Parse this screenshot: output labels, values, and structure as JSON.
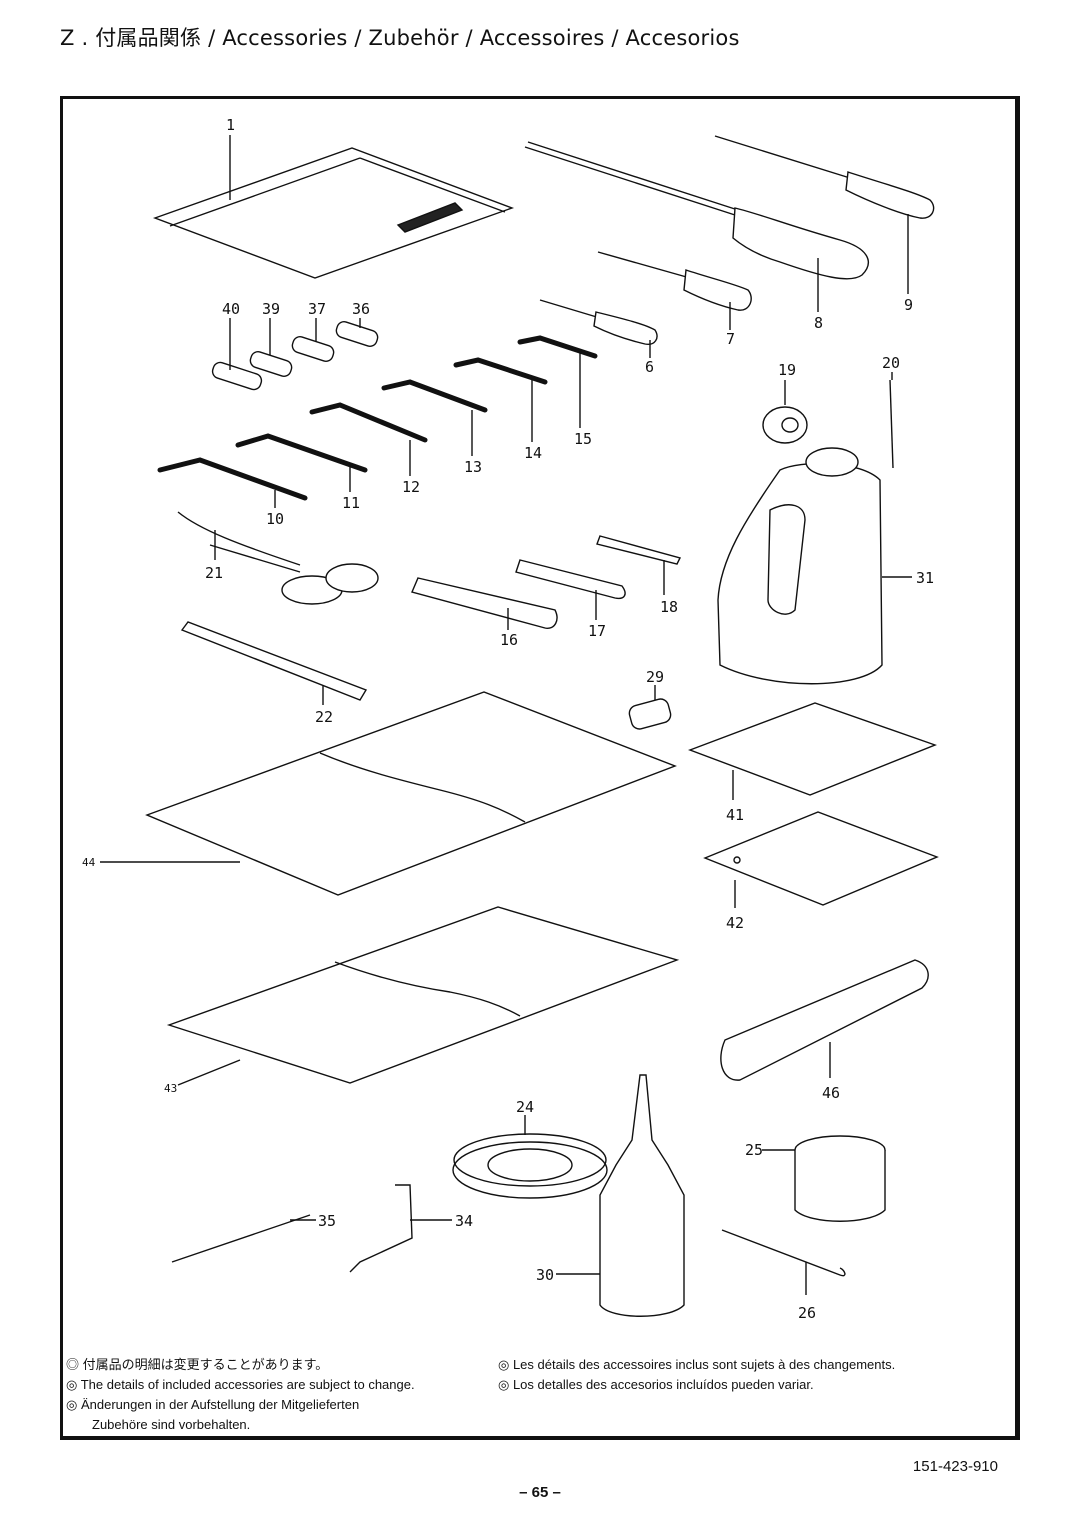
{
  "header": {
    "title": "Z . 付属品関係 / Accessories / Zubehör / Accessoires / Accesorios"
  },
  "parts": [
    {
      "id": "1"
    },
    {
      "id": "6"
    },
    {
      "id": "7"
    },
    {
      "id": "8"
    },
    {
      "id": "9"
    },
    {
      "id": "10"
    },
    {
      "id": "11"
    },
    {
      "id": "12"
    },
    {
      "id": "13"
    },
    {
      "id": "14"
    },
    {
      "id": "15"
    },
    {
      "id": "16"
    },
    {
      "id": "17"
    },
    {
      "id": "18"
    },
    {
      "id": "19"
    },
    {
      "id": "20"
    },
    {
      "id": "21"
    },
    {
      "id": "22"
    },
    {
      "id": "24"
    },
    {
      "id": "25"
    },
    {
      "id": "26"
    },
    {
      "id": "29"
    },
    {
      "id": "30"
    },
    {
      "id": "31"
    },
    {
      "id": "34"
    },
    {
      "id": "35"
    },
    {
      "id": "36"
    },
    {
      "id": "37"
    },
    {
      "id": "39"
    },
    {
      "id": "40"
    },
    {
      "id": "41"
    },
    {
      "id": "42"
    },
    {
      "id": "43"
    },
    {
      "id": "44"
    },
    {
      "id": "46"
    }
  ],
  "notes": {
    "ja": "◎ 付属品の明細は変更することがあります。",
    "en": "◎ The details of included accessories are subject to change.",
    "de_line1": "◎ Änderungen in der Aufstellung der Mitgelieferten",
    "de_line2": "Zubehöre sind vorbehalten.",
    "fr": "◎ Les détails des accessoires inclus sont sujets à des changements.",
    "es": "◎ Los detalles des accesorios incluídos pueden variar."
  },
  "footer": {
    "doc_number": "151-423-910",
    "page_number": "– 65 –"
  }
}
